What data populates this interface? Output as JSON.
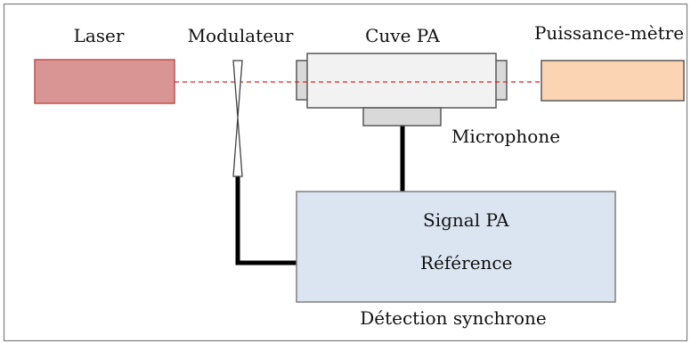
{
  "diagram": {
    "labels": {
      "laser": "Laser",
      "modulator": "Modulateur",
      "cell": "Cuve PA",
      "power_meter": "Puissance-mètre",
      "microphone": "Microphone",
      "signal": "Signal PA",
      "reference": "Référence",
      "lockin": "Détection synchrone"
    },
    "colors": {
      "laser_fill": "#d99594",
      "laser_stroke": "#c0504d",
      "beam": "#e02020",
      "cell_fill": "#f2f2f2",
      "window_fill": "#d9d9d9",
      "microphone_fill": "#d9d9d9",
      "power_meter_fill": "#fbd4b4",
      "lockin_fill": "#dbe5f1",
      "wire": "#000000",
      "border": "#7f7f7f"
    }
  }
}
